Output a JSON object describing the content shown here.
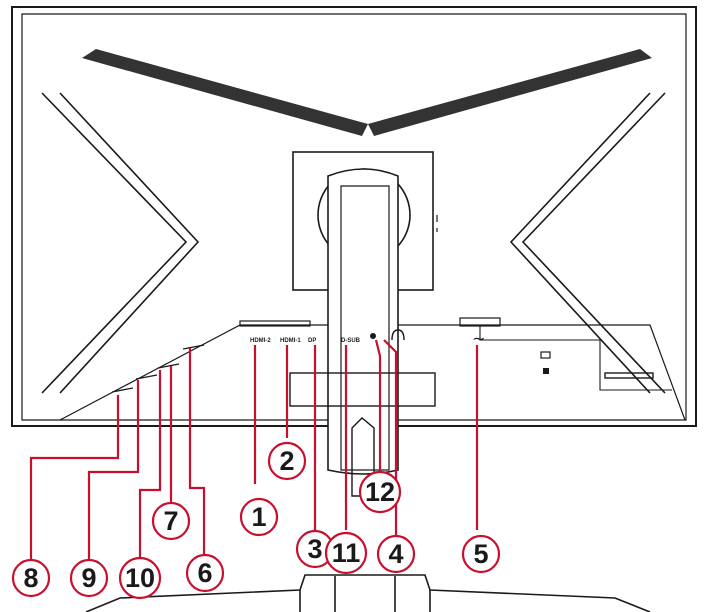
{
  "ports": [
    {
      "id": "hdmi2",
      "label": "HDMI-2"
    },
    {
      "id": "hdmi1",
      "label": "HDMI-1"
    },
    {
      "id": "dp",
      "label": "DP"
    },
    {
      "id": "dsub",
      "label": "D-SUB"
    }
  ],
  "power_symbol": "~",
  "callouts": [
    "1",
    "2",
    "3",
    "4",
    "5",
    "6",
    "7",
    "8",
    "9",
    "10",
    "11",
    "12"
  ],
  "colors": {
    "callout": "#c8102e",
    "outline": "#1a1a1a"
  }
}
